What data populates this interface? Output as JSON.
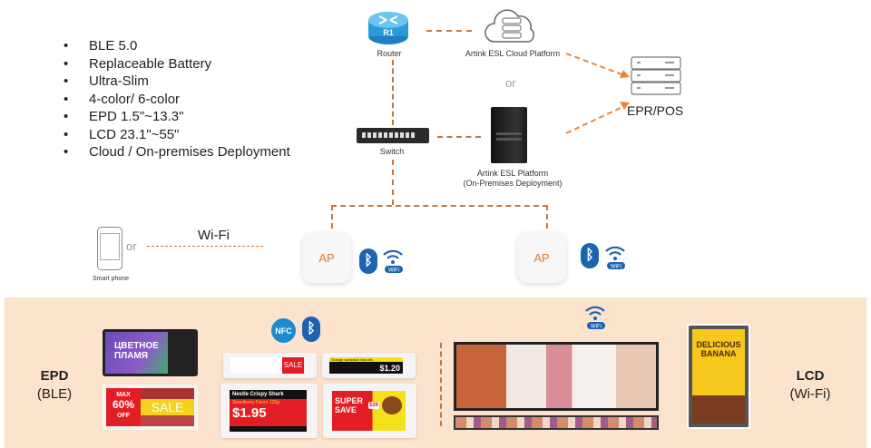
{
  "features": [
    "BLE 5.0",
    "Replaceable Battery",
    "Ultra-Slim",
    "4-color/ 6-color",
    "EPD 1.5\"~13.3\"",
    "LCD 23.1\"~55\"",
    "Cloud / On-premises Deployment"
  ],
  "router": {
    "badge": "R1",
    "label": "Router"
  },
  "cloud": {
    "label": "Artink ESL Cloud Platform"
  },
  "or_label": "or",
  "epr": {
    "label": "EPR/POS"
  },
  "switch": {
    "label": "Switch"
  },
  "onprem": {
    "label_line1": "Artink ESL Platform",
    "label_line2": "(On-Premises Deployment)"
  },
  "phone": {
    "label": "Smart phone",
    "or": "or"
  },
  "wifi_link": "Wi-Fi",
  "ap_label": "AP",
  "wifi_badge": "WiFi",
  "nfc": "NFC",
  "epd": {
    "title": "EPD",
    "sub": "(BLE)"
  },
  "lcd": {
    "title": "LCD",
    "sub": "(Wi-Fi)"
  },
  "epd_samples": {
    "tablet_text": "ЦВЕТНОЕ ПЛАМЯ",
    "promo_max": "MAX",
    "promo_pct": "60%",
    "promo_off": "OFF",
    "promo_sale": "SALE"
  },
  "esl_samples": {
    "sale": "SALE",
    "biscuits": "Orange sandwich biscuits",
    "biscuit_price": "$1.20",
    "shark": "Nestle Crispy Shark",
    "shark_sub": "Strawberry Flavor 120g",
    "shark_price": "$1.95",
    "super": "SUPER",
    "save": "SAVE",
    "super_price": "$26"
  },
  "lcd_sample": {
    "text1": "DELICIOUS",
    "text2": "BANANA"
  },
  "colors": {
    "accent": "#e07a2c",
    "panel": "#fce3cd",
    "bluetooth": "#1d63b4"
  }
}
